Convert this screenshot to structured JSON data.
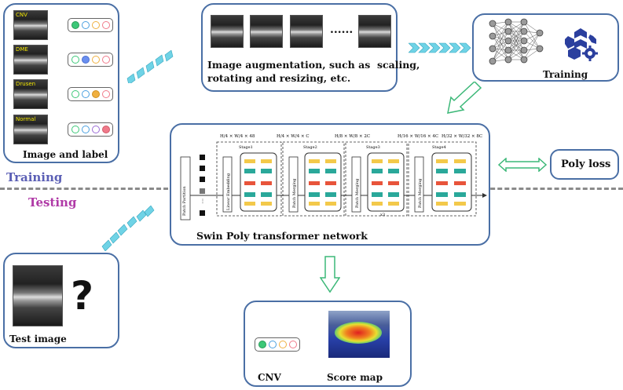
{
  "labels": {
    "image_and_label": "Image and label",
    "augmentation": "Image augmentation, such as  scaling,\nrotating and resizing, etc.",
    "training_node": "Training",
    "training_phase": "Training",
    "testing_phase": "Testing",
    "poly_loss": "Poly loss",
    "network_caption": "Swin Poly transformer network",
    "test_image": "Test image",
    "cnv_result": "CNV",
    "score_map": "Score map",
    "ellipsis": "......",
    "question": "?"
  },
  "classes": [
    "CNV",
    "DME",
    "Drusen",
    "Normal"
  ],
  "class_colors": {
    "cnv": "#3cc878",
    "dme": "#6a8ff0",
    "drusen": "#f0b040",
    "normal": "#f07a8a",
    "empty_ring_1": "#4aa0e0",
    "empty_ring_2": "#9b6bd6"
  },
  "colors": {
    "panel_border": "#4a6fa5",
    "arrow_cyan": "#6fd3e6",
    "arrow_green": "#3cb878",
    "training_text": "#5b5fb5",
    "testing_text": "#b03aa7",
    "dash_line": "#8a8a8a"
  },
  "network": {
    "patch_partition": "Patch Partition",
    "linear_embedding": "Linear Embedding",
    "patch_merging": "Patch Merging",
    "stages": [
      "Stage1",
      "Stage2",
      "Stage3",
      "Stage4"
    ],
    "dims": [
      "H/4 × W/4 × 48",
      "H/4 × W/4 × C",
      "H/8 × W/8 × 2C",
      "H/16 × W/16 × 4C",
      "H/32 × W/32 × 8C"
    ],
    "repeat": "x3"
  }
}
